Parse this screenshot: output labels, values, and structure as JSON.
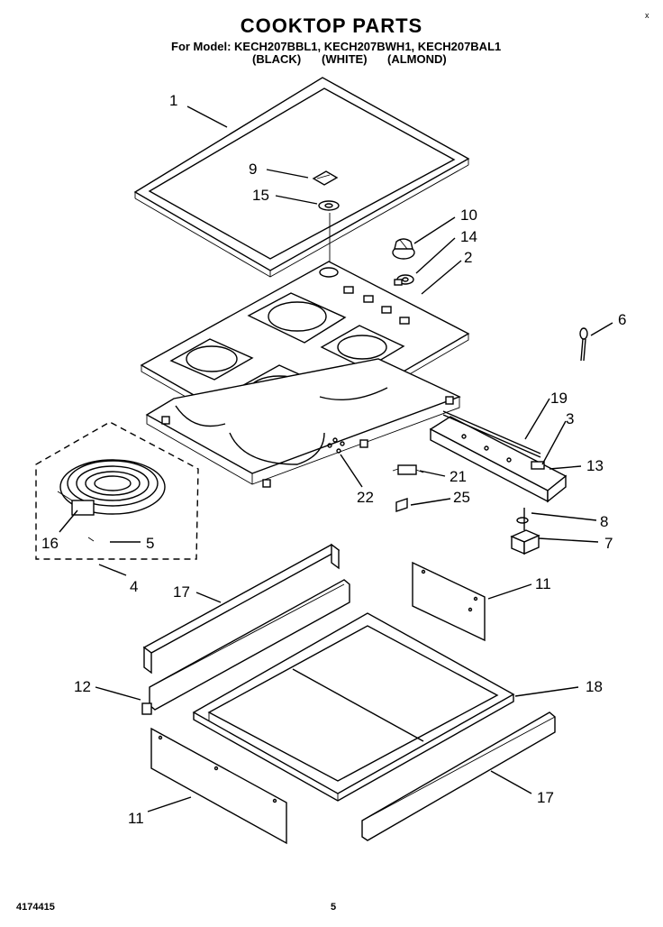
{
  "header": {
    "title": "COOKTOP PARTS",
    "models": "For Model: KECH207BBL1, KECH207BWH1, KECH207BAL1",
    "color_black": "(BLACK)",
    "color_white": "(WHITE)",
    "color_almond": "(ALMOND)"
  },
  "footer": {
    "code": "4174415",
    "page": "5"
  },
  "corner_mark": "x",
  "callouts": [
    "1",
    "9",
    "15",
    "10",
    "14",
    "2",
    "6",
    "19",
    "3",
    "13",
    "21",
    "22",
    "25",
    "8",
    "7",
    "16",
    "5",
    "4",
    "17",
    "11",
    "12",
    "18",
    "11",
    "17"
  ]
}
